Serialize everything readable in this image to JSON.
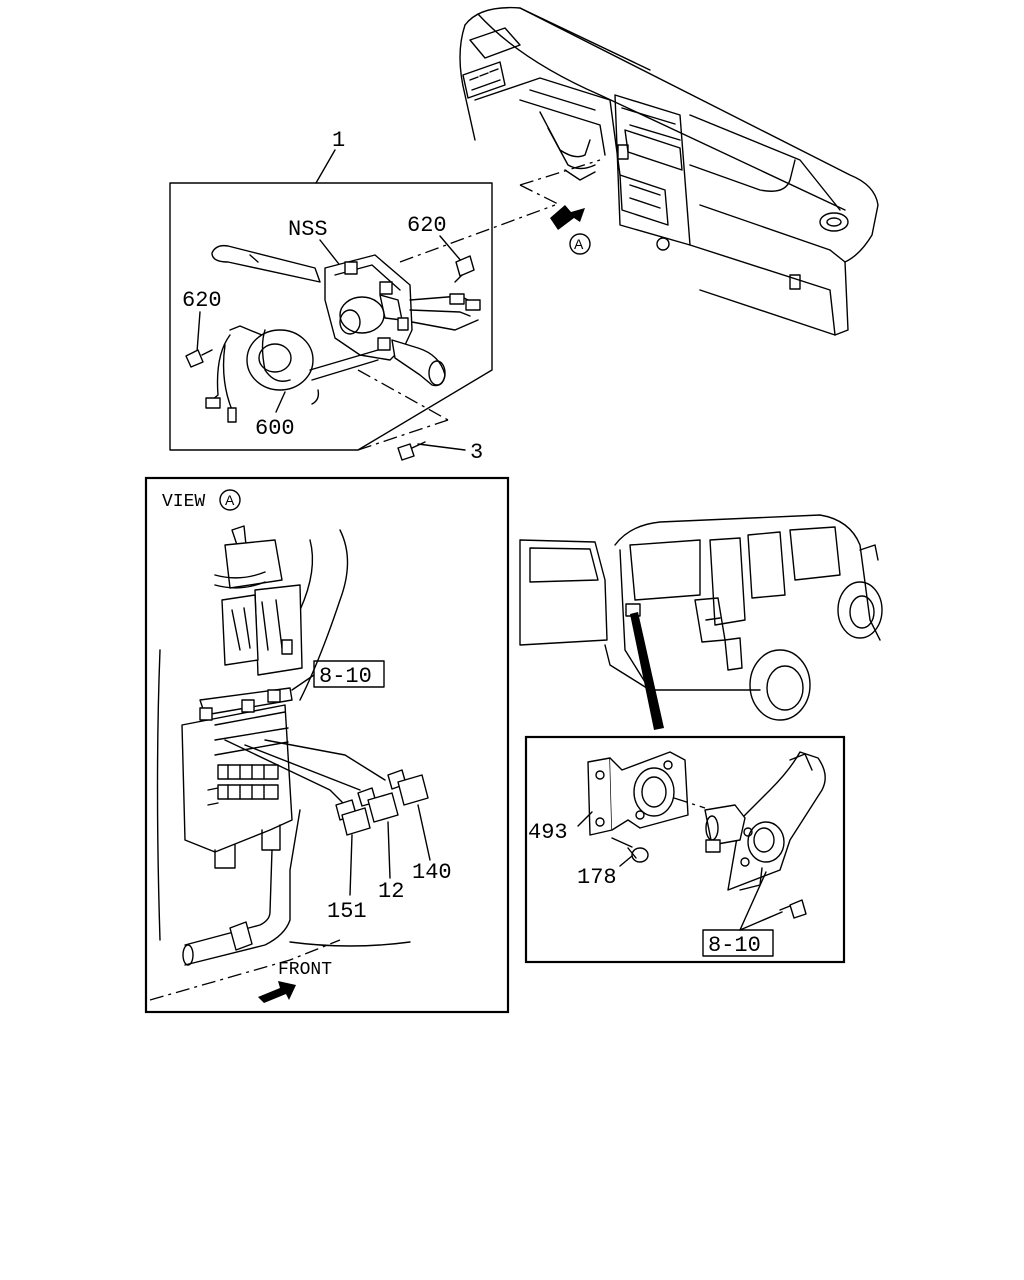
{
  "callouts": {
    "switch_assembly": "1",
    "nss": "NSS",
    "screw_right": "620",
    "screw_left": "620",
    "clock_spring": "600",
    "bolt": "3",
    "view_ref_top": "A",
    "view_title": "VIEW",
    "view_ref": "A",
    "ref_group_view": "8-10",
    "relay_140": "140",
    "relay_12": "12",
    "relay_151": "151",
    "front_label": "FRONT",
    "bracket": "493",
    "screw_178": "178",
    "ref_group_door": "8-10"
  },
  "icons": {
    "view_arrow_top": "arrow-icon",
    "front_arrow": "arrow-icon"
  }
}
